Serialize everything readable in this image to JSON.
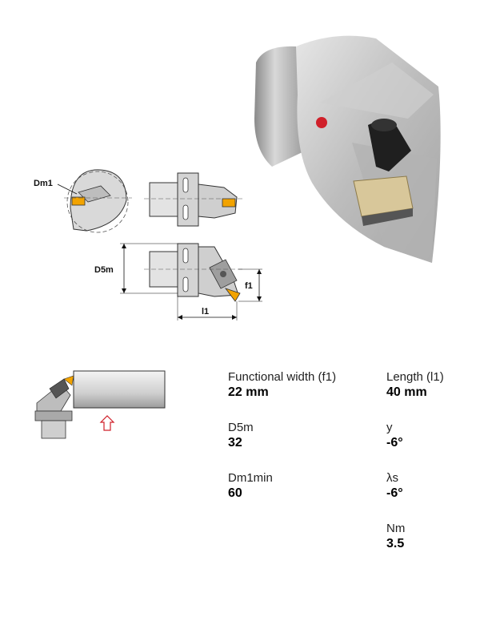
{
  "drawing": {
    "dm1_label": "Dm1",
    "d5m_label": "D5m",
    "f1_label": "f1",
    "l1_label": "l1"
  },
  "specs": [
    {
      "label": "Functional width (f1)",
      "value": "22 mm"
    },
    {
      "label": "Length (l1)",
      "value": "40 mm"
    },
    {
      "label": "D5m",
      "value": "32"
    },
    {
      "label": "y",
      "value": "-6°"
    },
    {
      "label": "Dm1min",
      "value": "60"
    },
    {
      "label": "λs",
      "value": "-6°"
    },
    {
      "label": "Nm",
      "value": "3.5"
    }
  ],
  "colors": {
    "insert": "#f2a300",
    "arrow": "#d0202a",
    "steel": "#c9c9c9",
    "line": "#333333"
  }
}
